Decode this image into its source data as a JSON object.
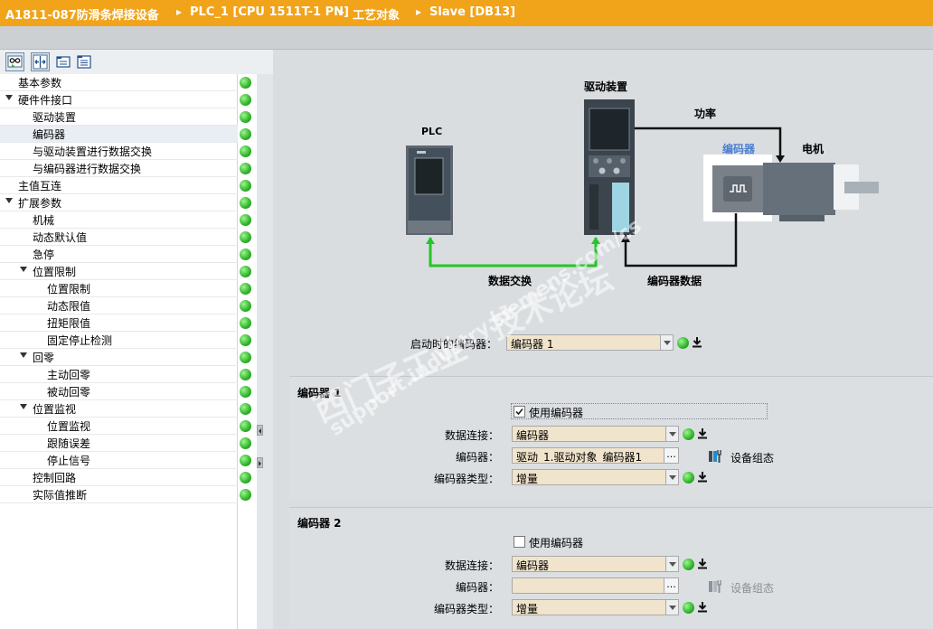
{
  "breadcrumb": [
    "A1811-087防滑条焊接设备",
    "PLC_1 [CPU 1511T-1 PN]",
    "工艺对象",
    "Slave [DB13]"
  ],
  "tree": {
    "items": [
      {
        "label": "基本参数",
        "level": 0,
        "expander": false
      },
      {
        "label": "硬件件接口",
        "level": 0,
        "expander": true
      },
      {
        "label": "驱动装置",
        "level": 1,
        "expander": false
      },
      {
        "label": "编码器",
        "level": 1,
        "expander": false,
        "selected": true
      },
      {
        "label": "与驱动装置进行数据交换",
        "level": 1,
        "expander": false
      },
      {
        "label": "与编码器进行数据交换",
        "level": 1,
        "expander": false
      },
      {
        "label": "主值互连",
        "level": 0,
        "expander": false
      },
      {
        "label": "扩展参数",
        "level": 0,
        "expander": true
      },
      {
        "label": "机械",
        "level": 1,
        "expander": false
      },
      {
        "label": "动态默认值",
        "level": 1,
        "expander": false
      },
      {
        "label": "急停",
        "level": 1,
        "expander": false
      },
      {
        "label": "位置限制",
        "level": 1,
        "expander": true
      },
      {
        "label": "位置限制",
        "level": 2,
        "expander": false
      },
      {
        "label": "动态限值",
        "level": 2,
        "expander": false
      },
      {
        "label": "扭矩限值",
        "level": 2,
        "expander": false
      },
      {
        "label": "固定停止检测",
        "level": 2,
        "expander": false
      },
      {
        "label": "回零",
        "level": 1,
        "expander": true
      },
      {
        "label": "主动回零",
        "level": 2,
        "expander": false
      },
      {
        "label": "被动回零",
        "level": 2,
        "expander": false
      },
      {
        "label": "位置监视",
        "level": 1,
        "expander": true
      },
      {
        "label": "位置监视",
        "level": 2,
        "expander": false
      },
      {
        "label": "跟随误差",
        "level": 2,
        "expander": false
      },
      {
        "label": "停止信号",
        "level": 2,
        "expander": false
      },
      {
        "label": "控制回路",
        "level": 1,
        "expander": false
      },
      {
        "label": "实际值推断",
        "level": 1,
        "expander": false
      }
    ]
  },
  "diagram": {
    "plc": "PLC",
    "drive": "驱动装置",
    "power": "功率",
    "encoder": "编码器",
    "motor": "电机",
    "data_exchange": "数据交换",
    "encoder_data": "编码器数据",
    "colors": {
      "link": "#27c427",
      "encoder_label": "#4a7fd0"
    }
  },
  "startup": {
    "label": "启动时的编码器：",
    "value": "编码器 1"
  },
  "encoder1": {
    "title": "编码器 1",
    "use_label": "使用编码器",
    "use_checked": true,
    "data_conn_label": "数据连接：",
    "data_conn_value": "编码器",
    "encoder_label": "编码器：",
    "encoder_value": "驱动_1.驱动对象_编码器1",
    "type_label": "编码器类型：",
    "type_value": "增量",
    "device_config": "设备组态"
  },
  "encoder2": {
    "title": "编码器 2",
    "use_label": "使用编码器",
    "use_checked": false,
    "data_conn_label": "数据连接：",
    "data_conn_value": "编码器",
    "encoder_label": "编码器：",
    "encoder_value": "",
    "type_label": "编码器类型：",
    "type_value": "增量",
    "device_config": "设备组态"
  },
  "watermark": {
    "line1": "西门子工业",
    "line2": "技术论坛",
    "line3": "support.industry.siemens.com/cs"
  }
}
